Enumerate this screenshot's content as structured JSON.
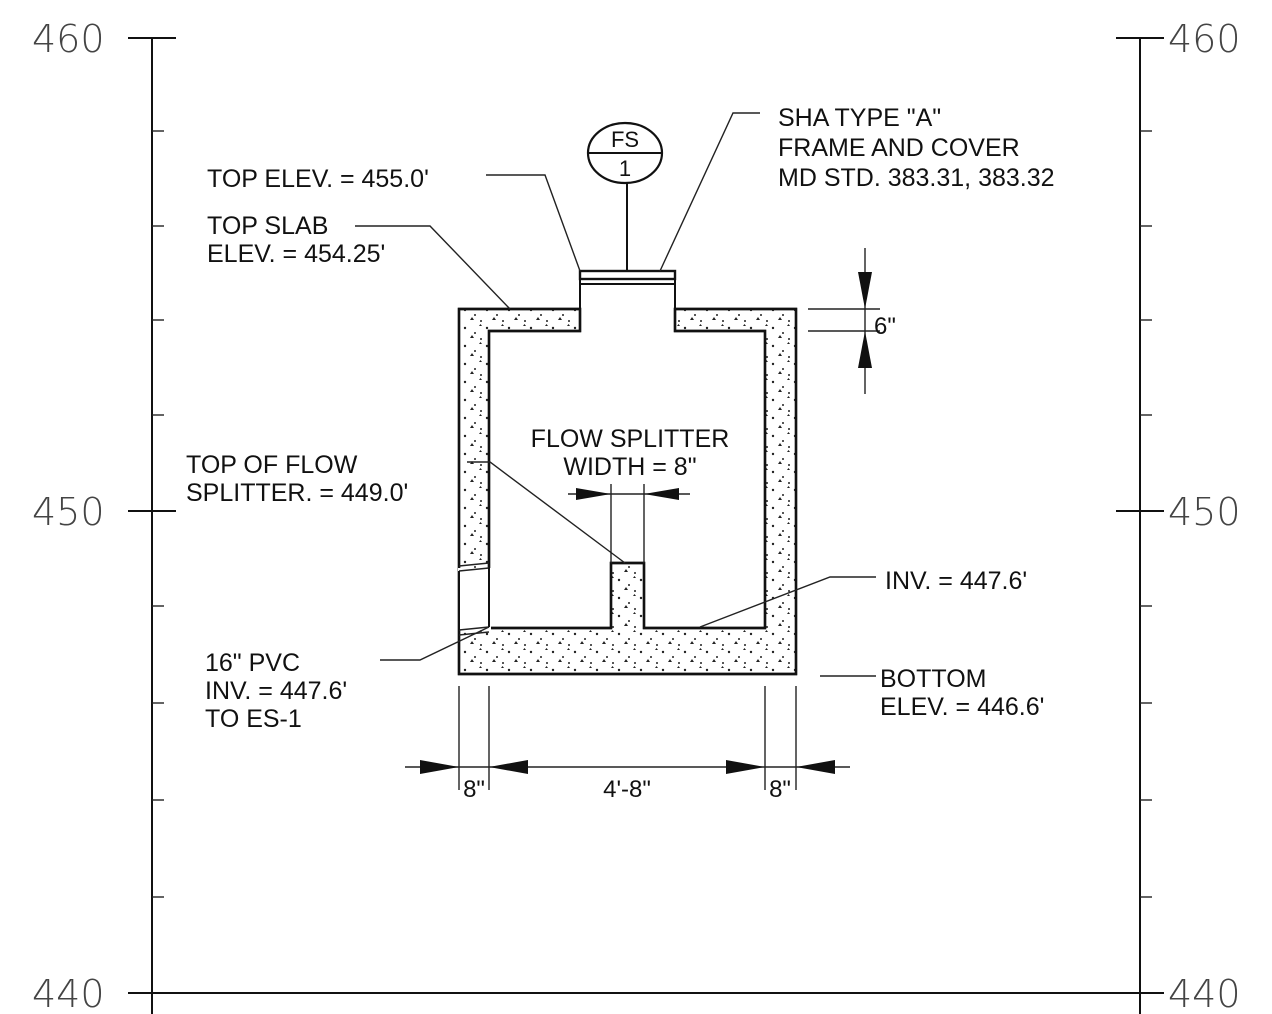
{
  "scale": {
    "left_labels": [
      {
        "key": "top",
        "text": "460"
      },
      {
        "key": "mid",
        "text": "450"
      },
      {
        "key": "bot",
        "text": "440"
      }
    ],
    "right_labels": [
      {
        "key": "top",
        "text": "460"
      },
      {
        "key": "mid",
        "text": "450"
      },
      {
        "key": "bot",
        "text": "440"
      }
    ]
  },
  "section_marker": {
    "top": "FS",
    "bottom": "1"
  },
  "notes": {
    "frame_cover": [
      "SHA  TYPE  \"A\"",
      "FRAME  AND  COVER",
      "MD  STD. 383.31, 383.32"
    ],
    "top_elev": "TOP  ELEV.  = 455.0'",
    "top_slab": [
      "TOP  SLAB",
      "ELEV.  = 454.25'"
    ],
    "flow_splitter_top": [
      "TOP  OF  FLOW",
      "SPLITTER. = 449.0'"
    ],
    "flow_splitter_width": [
      "FLOW  SPLITTER",
      "WIDTH = 8\""
    ],
    "inv": "INV. = 447.6'",
    "pvc": [
      "16\"  PVC",
      "INV. = 447.6'",
      "TO  ES-1"
    ],
    "bottom": [
      "BOTTOM",
      "ELEV.  = 446.6'"
    ]
  },
  "dimensions": {
    "slab_thickness": "6\"",
    "left_wall": "8\"",
    "inside_width": "4'-8\"",
    "right_wall": "8\""
  }
}
